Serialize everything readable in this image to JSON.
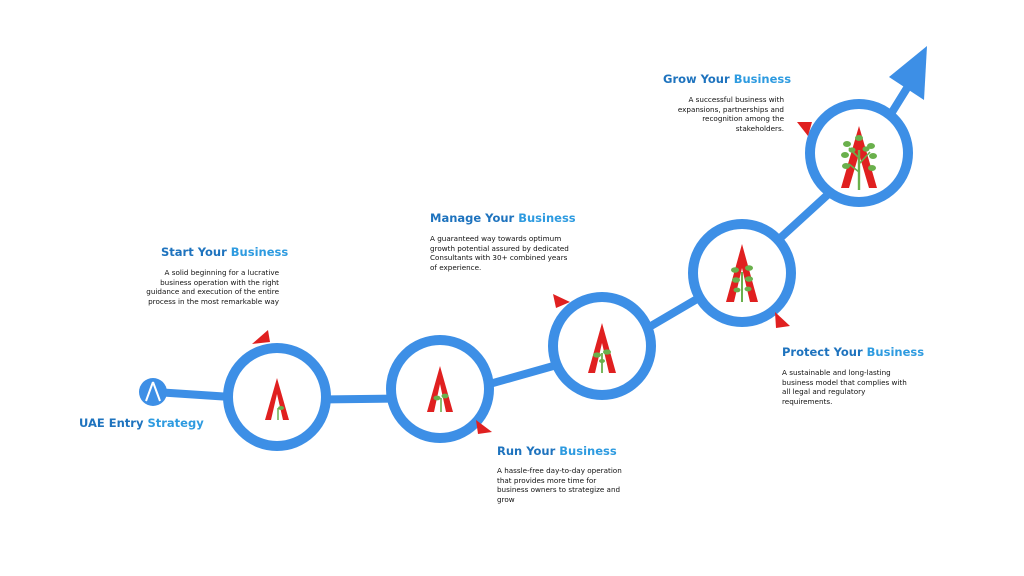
{
  "start_label": {
    "word1": "UAE Entry",
    "word2": "Strategy"
  },
  "steps": [
    {
      "title_word1": "Start Your",
      "title_word2": "Business",
      "description": "A solid beginning for a lucrative business operation with the right guidance and execution of the entire process in the most remarkable way"
    },
    {
      "title_word1": "Run Your",
      "title_word2": "Business",
      "description": "A hassle-free day-to-day operation that provides more time for business owners to strategize and grow"
    },
    {
      "title_word1": "Manage Your",
      "title_word2": "Business",
      "description": "A guaranteed way towards optimum growth potential assured by dedicated Consultants with 30+ combined years of experience."
    },
    {
      "title_word1": "Protect Your",
      "title_word2": "Business",
      "description": "A sustainable and long-lasting business model that complies with all legal and regulatory requirements."
    },
    {
      "title_word1": "Grow Your",
      "title_word2": "Business",
      "description": "A successful business with expansions, partnerships and recognition among the stakeholders."
    }
  ],
  "colors": {
    "path": "#3d8fe6",
    "title_dark": "#1e73be",
    "title_light": "#2e9be0",
    "pointer": "#e02020",
    "logo": "#e02020",
    "leaf": "#6ab04c"
  },
  "icons": [
    "start-logo-icon",
    "sprout-logo-icon",
    "tree-logo-icon",
    "pointer-triangle-icon",
    "growth-arrow-icon"
  ]
}
